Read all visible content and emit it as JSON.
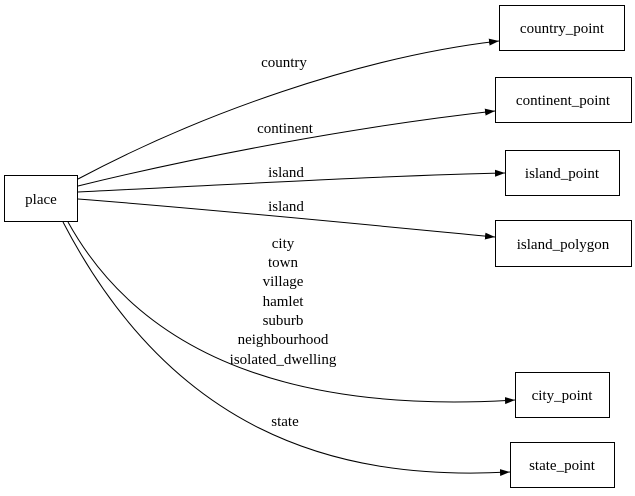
{
  "diagram": {
    "type": "directed-graph",
    "colors": {
      "background": "#ffffff",
      "stroke": "#000000",
      "node_fill": "#ffffff",
      "text": "#000000"
    },
    "nodes": {
      "place": "place",
      "country_point": "country_point",
      "continent_point": "continent_point",
      "island_point": "island_point",
      "island_polygon": "island_polygon",
      "city_point": "city_point",
      "state_point": "state_point"
    },
    "edges": [
      {
        "from": "place",
        "to": "country_point",
        "label": "country"
      },
      {
        "from": "place",
        "to": "continent_point",
        "label": "continent"
      },
      {
        "from": "place",
        "to": "island_point",
        "label": "island"
      },
      {
        "from": "place",
        "to": "island_polygon",
        "label": "island"
      },
      {
        "from": "place",
        "to": "city_point",
        "label_lines": [
          "city",
          "town",
          "village",
          "hamlet",
          "suburb",
          "neighbourhood",
          "isolated_dwelling"
        ]
      },
      {
        "from": "place",
        "to": "state_point",
        "label": "state"
      }
    ]
  }
}
